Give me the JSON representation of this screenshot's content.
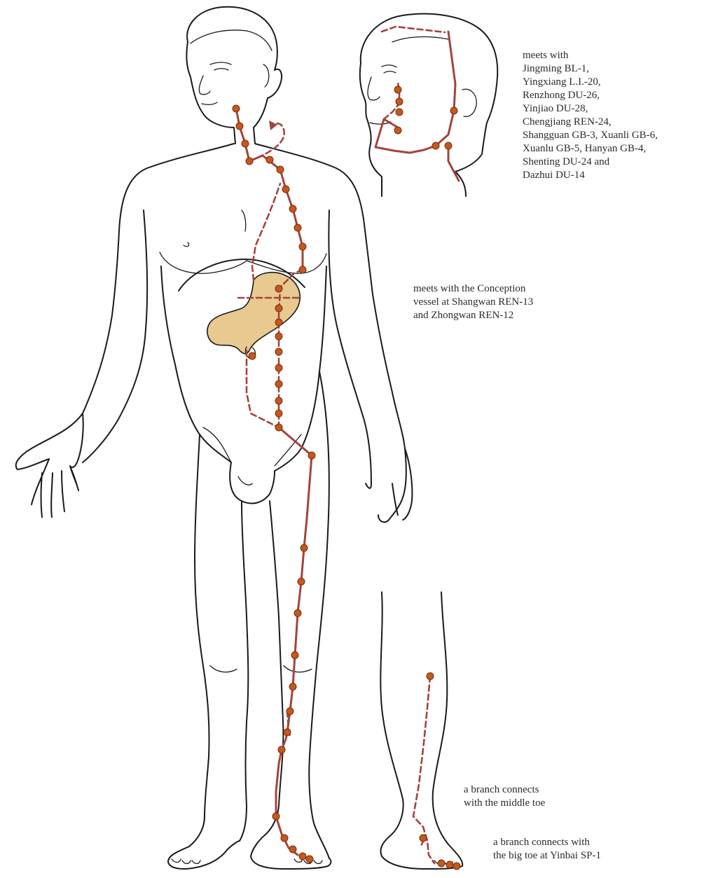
{
  "colors": {
    "channel": "#a3443c",
    "point": "#c4591b",
    "point_stroke": "#7a2b10",
    "stomach_fill": "#e8c98f",
    "outline": "#1a1a1a",
    "text": "#2b2b2b"
  },
  "icons": {
    "figure": "human-body-outline",
    "stomach": "stomach-organ",
    "points": "acupuncture-point-dot"
  },
  "labels": {
    "head_meets": [
      "meets with",
      "Jingming BL-1,",
      "Yingxiang L.I.-20,",
      "Renzhong DU-26,",
      "Yinjiao DU-28,",
      "Chengjiang REN-24,",
      "Shangguan GB-3, Xuanli GB-6,",
      "Xuanlu GB-5, Hanyan GB-4,",
      "Shenting DU-24 and",
      "Dazhui DU-14"
    ],
    "conception": [
      "meets with the Conception",
      "vessel at Shangwan REN-13",
      "and Zhongwan REN-12"
    ],
    "middle_toe": [
      "a branch connects",
      "with the middle toe"
    ],
    "big_toe": [
      "a branch connects with",
      "the big toe at Yinbai SP-1"
    ]
  }
}
